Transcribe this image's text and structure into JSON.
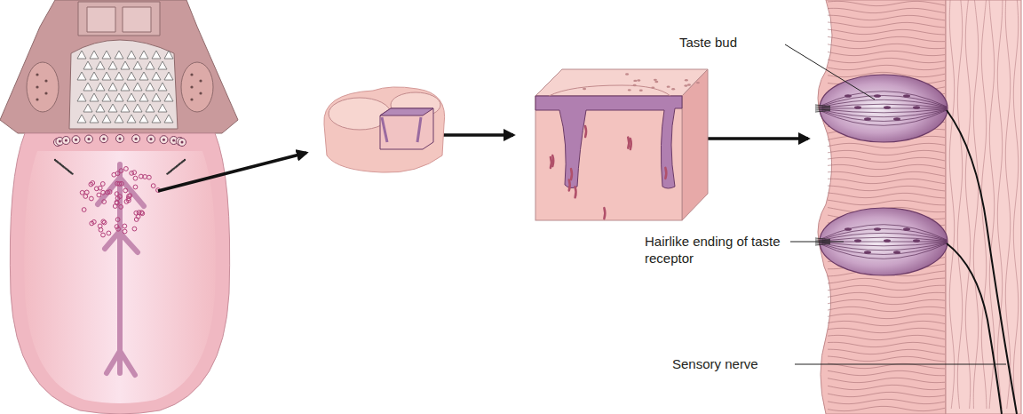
{
  "diagram": {
    "labels": [
      "Taste bud",
      "Hairlike ending of taste receptor",
      "Sensory nerve"
    ]
  }
}
